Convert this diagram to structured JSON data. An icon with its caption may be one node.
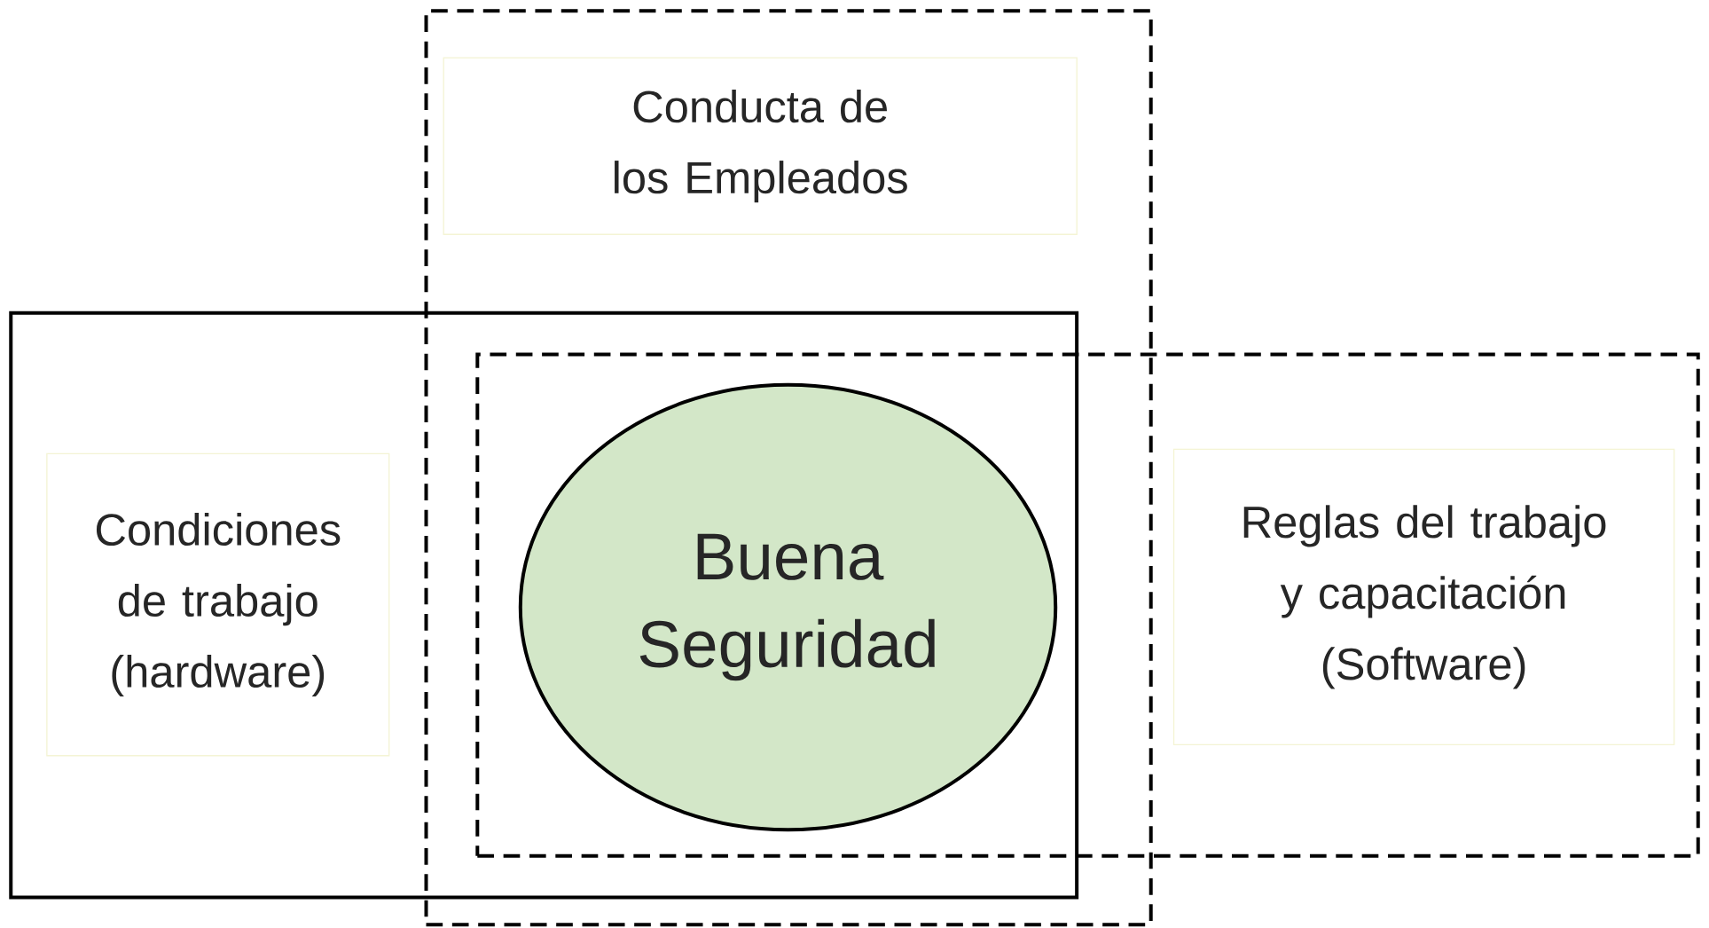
{
  "diagram": {
    "nodes": [
      {
        "text": [],
        "shape": "box"
      },
      {
        "text": [
          "Conducta de los Empleados"
        ],
        "in": 0
      },
      {
        "text": [],
        "shape": "box"
      },
      {
        "text": [
          "Condiciones de trabajo (hardware)"
        ],
        "in": 2
      },
      {
        "text": [],
        "shape": "box"
      },
      {
        "text": [
          "Buena Seguridad"
        ]
      },
      {
        "text": [
          "Reglas del trabajo y capacitación (Software)"
        ],
        "in": 4
      }
    ]
  }
}
